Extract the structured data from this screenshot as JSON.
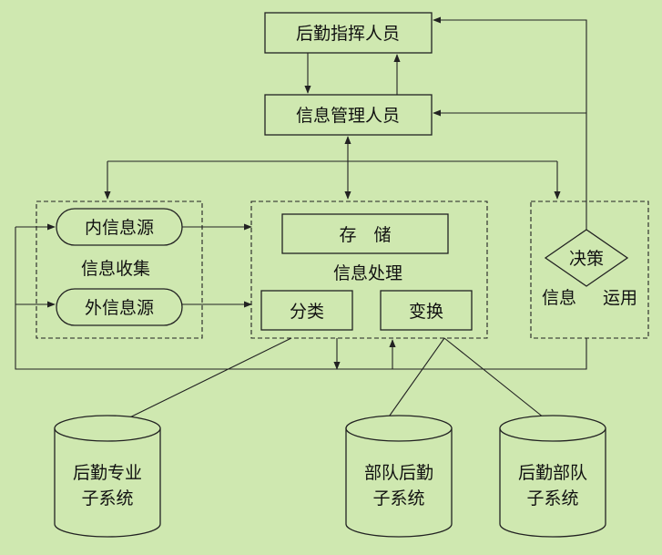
{
  "nodes": {
    "commander": "后勤指挥人员",
    "info_manager": "信息管理人员",
    "inner_source": "内信息源",
    "outer_source": "外信息源",
    "collection": "信息收集",
    "storage": "存　储",
    "processing": "信息处理",
    "classify": "分类",
    "transform": "变换",
    "decision": "决策",
    "usage_left": "信息",
    "usage_right": "运用",
    "db1_line1": "后勤专业",
    "db1_line2": "子系统",
    "db2_line1": "部队后勤",
    "db2_line2": "子系统",
    "db3_line1": "后勤部队",
    "db3_line2": "子系统"
  },
  "colors": {
    "background": "#cfe8b0",
    "stroke": "#222222",
    "text": "#111111"
  }
}
